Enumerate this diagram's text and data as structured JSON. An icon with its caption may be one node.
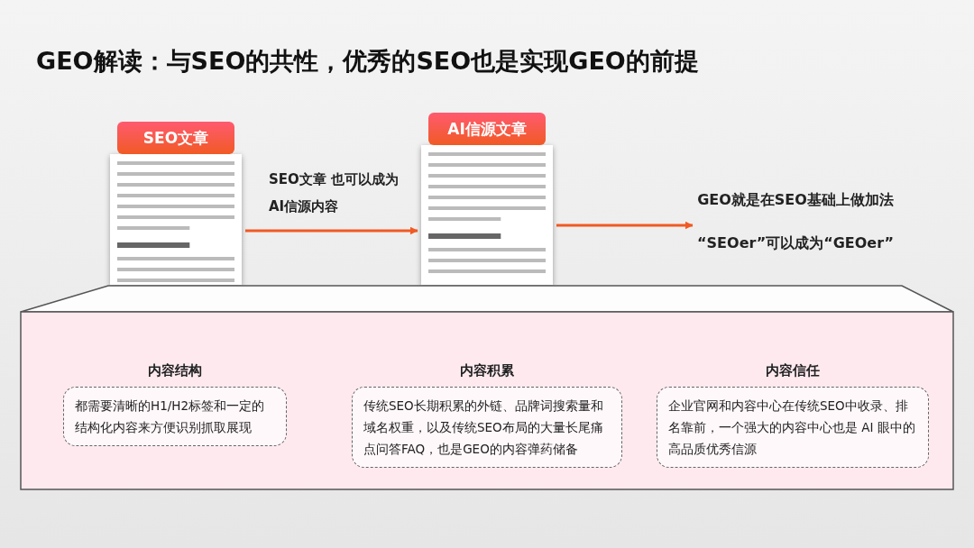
{
  "diagram": {
    "title": "GEO解读：与SEO的共性，优秀的SEO也是实现GEO的前提",
    "nodes": [
      {
        "text": [
          "SEO文章"
        ]
      },
      {
        "text": [
          "AI信源文章"
        ]
      },
      {
        "text": [
          "GEO就是在SEO基础上做加法",
          "“SEOer”可以成为“GEOer”"
        ]
      },
      {
        "text": [],
        "shape": "box"
      },
      {
        "text": [
          "内容结构",
          "都需要清晰的H1/H2标签和一定的结构化内容来方便识别抓取展现"
        ],
        "in": 3
      },
      {
        "text": [
          "内容积累",
          "传统SEO长期积累的外链、品牌词搜索量和域名权重，以及传统SEO布局的大量长尾痛点问答FAQ，也是GEO的内容弹药储备"
        ],
        "in": 3
      },
      {
        "text": [
          "内容信任",
          "企业官网和内容中心在传统SEO中收录、排名靠前，一个强大的内容中心也是 AI 眼中的高品质优秀信源"
        ],
        "in": 3
      }
    ],
    "edges": [
      {
        "from": 0,
        "to": 1,
        "arrow": "to",
        "label": "SEO文章 也可以成为AI信源内容"
      },
      {
        "from": 1,
        "to": 2,
        "arrow": "to"
      }
    ]
  }
}
